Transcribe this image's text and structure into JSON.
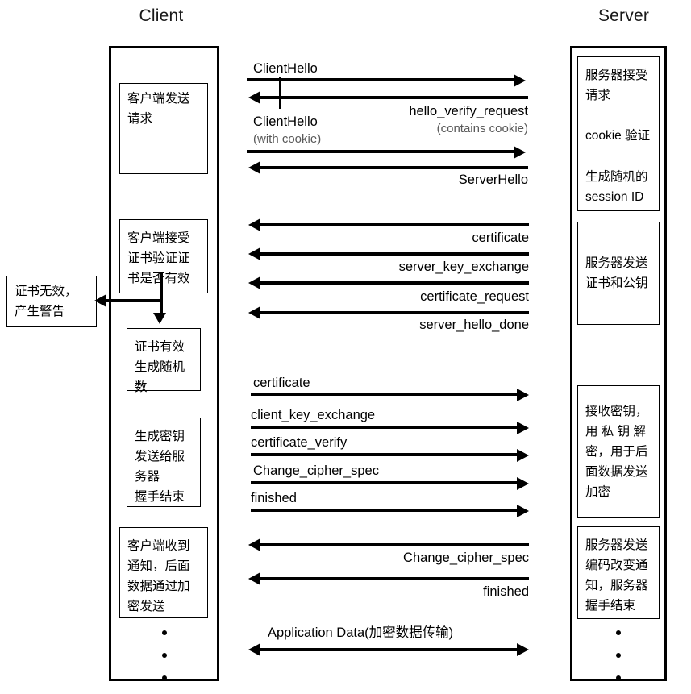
{
  "diagram": {
    "title_client": "Client",
    "title_server": "Server"
  },
  "client": {
    "boxes": [
      {
        "id": "client-send-request",
        "text": "客户端发送\n请求"
      },
      {
        "id": "client-verify-cert",
        "text": "客户端接受\n证书验证证\n书是否有效"
      },
      {
        "id": "client-cert-valid",
        "text": "证书有效\n生成随机\n数"
      },
      {
        "id": "client-gen-key",
        "text": "生成密钥\n发送给服\n务器\n握手结束"
      },
      {
        "id": "client-received-notice",
        "text": "客户端收到\n通知，后面\n数据通过加\n密发送"
      }
    ],
    "alert_box": {
      "id": "cert-invalid-alert",
      "text": "证书无效，\n产生警告"
    }
  },
  "server": {
    "boxes": [
      {
        "id": "server-accept-request",
        "text": "服务器接受\n请求\n\ncookie 验证\n\n生成随机的\nsession ID"
      },
      {
        "id": "server-send-cert",
        "text": "服务器发送\n证书和公钥"
      },
      {
        "id": "server-recv-key",
        "text": "接收密钥，\n用 私 钥 解\n密，用于后\n面数据发送\n加密"
      },
      {
        "id": "server-change-cipher",
        "text": "服务器发送\n编码改变通\n知，服务器\n握手结束"
      }
    ]
  },
  "messages": [
    {
      "id": "msg-clienthello-1",
      "label": "ClientHello",
      "sub": "",
      "direction": "right",
      "align": "left"
    },
    {
      "id": "msg-hello-verify-request",
      "label": "hello_verify_request",
      "sub": "(contains cookie)",
      "direction": "left",
      "align": "right"
    },
    {
      "id": "msg-clienthello-2",
      "label": "ClientHello",
      "sub": "(with cookie)",
      "direction": "right",
      "align": "left"
    },
    {
      "id": "msg-serverhello",
      "label": "ServerHello",
      "sub": "",
      "direction": "left",
      "align": "right"
    },
    {
      "id": "msg-certificate-s",
      "label": "certificate",
      "sub": "",
      "direction": "left",
      "align": "right"
    },
    {
      "id": "msg-server-key-exchange",
      "label": "server_key_exchange",
      "sub": "",
      "direction": "left",
      "align": "right"
    },
    {
      "id": "msg-certificate-request",
      "label": "certificate_request",
      "sub": "",
      "direction": "left",
      "align": "right"
    },
    {
      "id": "msg-server-hello-done",
      "label": "server_hello_done",
      "sub": "",
      "direction": "left",
      "align": "right"
    },
    {
      "id": "msg-certificate-c",
      "label": "certificate",
      "sub": "",
      "direction": "right",
      "align": "left"
    },
    {
      "id": "msg-client-key-exchange",
      "label": "client_key_exchange",
      "sub": "",
      "direction": "right",
      "align": "left"
    },
    {
      "id": "msg-certificate-verify",
      "label": "certificate_verify",
      "sub": "",
      "direction": "right",
      "align": "left"
    },
    {
      "id": "msg-change-cipher-spec-c",
      "label": "Change_cipher_spec",
      "sub": "",
      "direction": "right",
      "align": "left"
    },
    {
      "id": "msg-finished-c",
      "label": "finished",
      "sub": "",
      "direction": "right",
      "align": "left"
    },
    {
      "id": "msg-change-cipher-spec-s",
      "label": "Change_cipher_spec",
      "sub": "",
      "direction": "left",
      "align": "right"
    },
    {
      "id": "msg-finished-s",
      "label": "finished",
      "sub": "",
      "direction": "left",
      "align": "right"
    },
    {
      "id": "msg-application-data",
      "label": "Application Data(加密数据传输)",
      "sub": "",
      "direction": "both",
      "align": "left"
    }
  ]
}
